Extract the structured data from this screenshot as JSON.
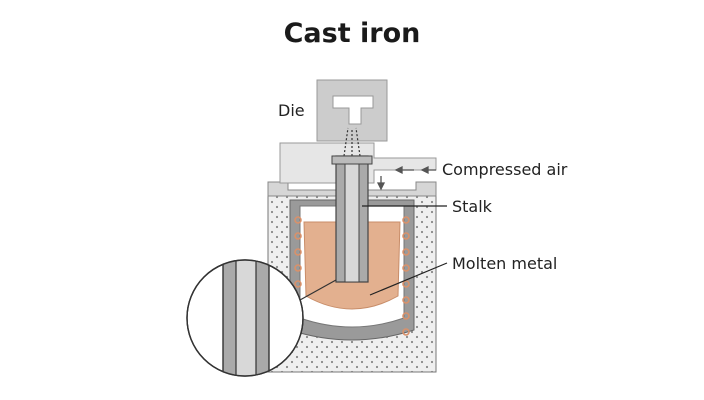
{
  "title": "Cast iron",
  "labels": {
    "die": "Die",
    "compressed_air": "Compressed air",
    "stalk": "Stalk",
    "molten_metal": "Molten metal"
  },
  "colors": {
    "die_gray": "#cccccc",
    "die_light": "#e8e8e8",
    "stalk_gray": "#aaaaaa",
    "outline": "#555555",
    "molten": "#e3b08f",
    "crucible_gray": "#9a9a9a",
    "coil": "#d9916a",
    "insulation": "#eeeeee",
    "leader": "#222222"
  }
}
